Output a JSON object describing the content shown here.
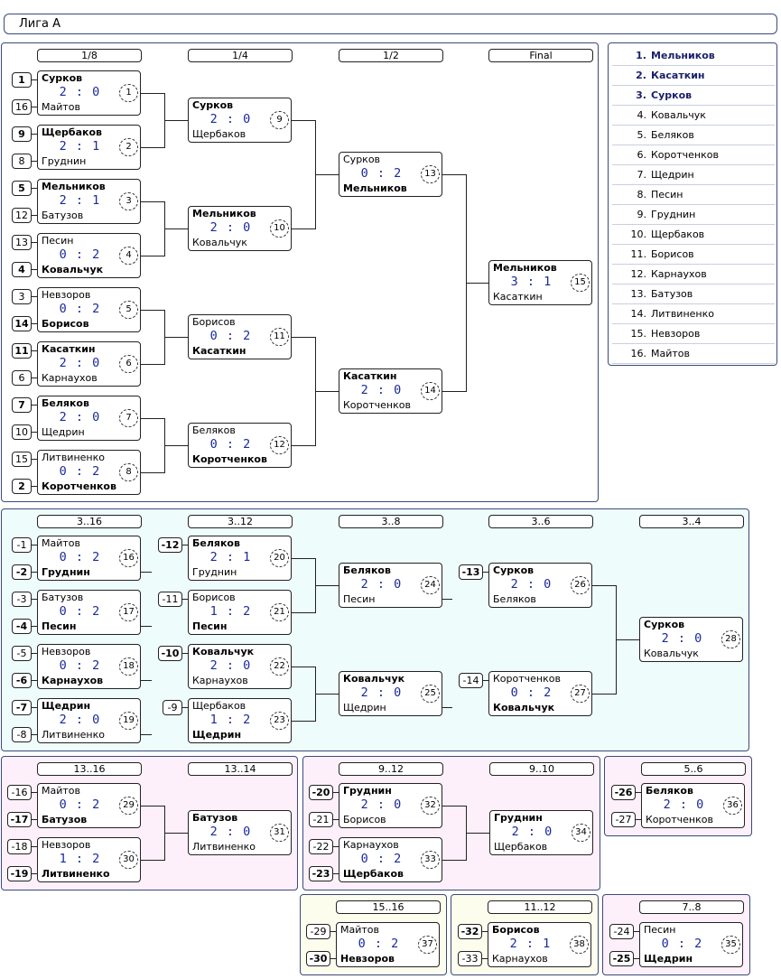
{
  "title": "Лига А",
  "standings": [
    "Мельников",
    "Касаткин",
    "Сурков",
    "Ковальчук",
    "Беляков",
    "Коротченков",
    "Щедрин",
    "Песин",
    "Груднин",
    "Щербаков",
    "Борисов",
    "Карнаухов",
    "Батузов",
    "Литвиненко",
    "Невзоров",
    "Майтов"
  ],
  "standing_numbers": [
    "1.",
    "2.",
    "3.",
    "4.",
    "5.",
    "6.",
    "7.",
    "8.",
    "9.",
    "10.",
    "11.",
    "12.",
    "13.",
    "14.",
    "15.",
    "16."
  ],
  "colors": {
    "main_bg": "#ffffff",
    "consolation_bg": "#eefcfc",
    "pink_bg": "#fdf0fa",
    "yellow_bg": "#fdfded",
    "border": "#3a4a7a",
    "score": "#1a2a9a",
    "leaders": "#1a1f6a"
  },
  "panels": [
    {
      "bg": "#ffffff",
      "rounds": [
        "1/8",
        "1/4",
        "1/2",
        "Final"
      ]
    },
    {
      "bg": "#eefcfc",
      "rounds": [
        "3..16",
        "3..12",
        "3..8",
        "3..6",
        "3..4"
      ]
    },
    {
      "bg": "#fdf0fa",
      "rounds": [
        "13..16",
        "13..14"
      ]
    },
    {
      "bg": "#fdf0fa",
      "rounds": [
        "9..12",
        "9..10"
      ]
    },
    {
      "bg": "#fdf0fa",
      "rounds": [
        "5..6"
      ]
    },
    {
      "bg": "#fdfded",
      "rounds": [
        "15..16"
      ]
    },
    {
      "bg": "#fdfded",
      "rounds": [
        "11..12"
      ]
    },
    {
      "bg": "#fdf0fa",
      "rounds": [
        "7..8"
      ]
    }
  ],
  "matches": [
    {
      "num": "1",
      "p1": "Сурков",
      "p2": "Майтов",
      "score": "2 : 0",
      "winner": 1,
      "s1": "1",
      "s2": "16",
      "s1b": true,
      "s2b": false
    },
    {
      "num": "2",
      "p1": "Щербаков",
      "p2": "Груднин",
      "score": "2 : 1",
      "winner": 1,
      "s1": "9",
      "s2": "8",
      "s1b": true,
      "s2b": false
    },
    {
      "num": "3",
      "p1": "Мельников",
      "p2": "Батузов",
      "score": "2 : 1",
      "winner": 1,
      "s1": "5",
      "s2": "12",
      "s1b": true,
      "s2b": false
    },
    {
      "num": "4",
      "p1": "Песин",
      "p2": "Ковальчук",
      "score": "0 : 2",
      "winner": 2,
      "s1": "13",
      "s2": "4",
      "s1b": false,
      "s2b": true
    },
    {
      "num": "5",
      "p1": "Невзоров",
      "p2": "Борисов",
      "score": "0 : 2",
      "winner": 2,
      "s1": "3",
      "s2": "14",
      "s1b": false,
      "s2b": true
    },
    {
      "num": "6",
      "p1": "Касаткин",
      "p2": "Карнаухов",
      "score": "2 : 0",
      "winner": 1,
      "s1": "11",
      "s2": "6",
      "s1b": true,
      "s2b": false
    },
    {
      "num": "7",
      "p1": "Беляков",
      "p2": "Щедрин",
      "score": "2 : 0",
      "winner": 1,
      "s1": "7",
      "s2": "10",
      "s1b": true,
      "s2b": false
    },
    {
      "num": "8",
      "p1": "Литвиненко",
      "p2": "Коротченков",
      "score": "0 : 2",
      "winner": 2,
      "s1": "15",
      "s2": "2",
      "s1b": false,
      "s2b": true
    },
    {
      "num": "9",
      "p1": "Сурков",
      "p2": "Щербаков",
      "score": "2 : 0",
      "winner": 1
    },
    {
      "num": "10",
      "p1": "Мельников",
      "p2": "Ковальчук",
      "score": "2 : 0",
      "winner": 1
    },
    {
      "num": "11",
      "p1": "Борисов",
      "p2": "Касаткин",
      "score": "0 : 2",
      "winner": 2
    },
    {
      "num": "12",
      "p1": "Беляков",
      "p2": "Коротченков",
      "score": "0 : 2",
      "winner": 2
    },
    {
      "num": "13",
      "p1": "Сурков",
      "p2": "Мельников",
      "score": "0 : 2",
      "winner": 2
    },
    {
      "num": "14",
      "p1": "Касаткин",
      "p2": "Коротченков",
      "score": "2 : 0",
      "winner": 1
    },
    {
      "num": "15",
      "p1": "Мельников",
      "p2": "Касаткин",
      "score": "3 : 1",
      "winner": 1
    },
    {
      "num": "16",
      "p1": "Майтов",
      "p2": "Груднин",
      "score": "0 : 2",
      "winner": 2,
      "s1": "-1",
      "s2": "-2",
      "s1b": false,
      "s2b": true
    },
    {
      "num": "17",
      "p1": "Батузов",
      "p2": "Песин",
      "score": "0 : 2",
      "winner": 2,
      "s1": "-3",
      "s2": "-4",
      "s1b": false,
      "s2b": true
    },
    {
      "num": "18",
      "p1": "Невзоров",
      "p2": "Карнаухов",
      "score": "0 : 2",
      "winner": 2,
      "s1": "-5",
      "s2": "-6",
      "s1b": false,
      "s2b": true
    },
    {
      "num": "19",
      "p1": "Щедрин",
      "p2": "Литвиненко",
      "score": "2 : 0",
      "winner": 1,
      "s1": "-7",
      "s2": "-8",
      "s1b": true,
      "s2b": false
    },
    {
      "num": "20",
      "p1": "Беляков",
      "p2": "Груднин",
      "score": "2 : 1",
      "winner": 1,
      "s1": "-12",
      "s1b": true
    },
    {
      "num": "21",
      "p1": "Борисов",
      "p2": "Песин",
      "score": "1 : 2",
      "winner": 2,
      "s1": "-11",
      "s1b": false
    },
    {
      "num": "22",
      "p1": "Ковальчук",
      "p2": "Карнаухов",
      "score": "2 : 0",
      "winner": 1,
      "s1": "-10",
      "s1b": true
    },
    {
      "num": "23",
      "p1": "Щербаков",
      "p2": "Щедрин",
      "score": "1 : 2",
      "winner": 2,
      "s1": "-9",
      "s1b": false
    },
    {
      "num": "24",
      "p1": "Беляков",
      "p2": "Песин",
      "score": "2 : 0",
      "winner": 1
    },
    {
      "num": "25",
      "p1": "Ковальчук",
      "p2": "Щедрин",
      "score": "2 : 0",
      "winner": 1
    },
    {
      "num": "26",
      "p1": "Сурков",
      "p2": "Беляков",
      "score": "2 : 0",
      "winner": 1,
      "s1": "-13",
      "s1b": true
    },
    {
      "num": "27",
      "p1": "Коротченков",
      "p2": "Ковальчук",
      "score": "0 : 2",
      "winner": 2,
      "s1": "-14",
      "s1b": false
    },
    {
      "num": "28",
      "p1": "Сурков",
      "p2": "Ковальчук",
      "score": "2 : 0",
      "winner": 1
    },
    {
      "num": "29",
      "p1": "Майтов",
      "p2": "Батузов",
      "score": "0 : 2",
      "winner": 2,
      "s1": "-16",
      "s2": "-17",
      "s1b": false,
      "s2b": true
    },
    {
      "num": "30",
      "p1": "Невзоров",
      "p2": "Литвиненко",
      "score": "1 : 2",
      "winner": 2,
      "s1": "-18",
      "s2": "-19",
      "s1b": false,
      "s2b": true
    },
    {
      "num": "31",
      "p1": "Батузов",
      "p2": "Литвиненко",
      "score": "2 : 0",
      "winner": 1
    },
    {
      "num": "32",
      "p1": "Груднин",
      "p2": "Борисов",
      "score": "2 : 0",
      "winner": 1,
      "s1": "-20",
      "s2": "-21",
      "s1b": true,
      "s2b": false
    },
    {
      "num": "33",
      "p1": "Карнаухов",
      "p2": "Щербаков",
      "score": "0 : 2",
      "winner": 2,
      "s1": "-22",
      "s2": "-23",
      "s1b": false,
      "s2b": true
    },
    {
      "num": "34",
      "p1": "Груднин",
      "p2": "Щербаков",
      "score": "2 : 0",
      "winner": 1
    },
    {
      "num": "36",
      "p1": "Беляков",
      "p2": "Коротченков",
      "score": "2 : 0",
      "winner": 1,
      "s1": "-26",
      "s2": "-27",
      "s1b": true,
      "s2b": false
    },
    {
      "num": "37",
      "p1": "Майтов",
      "p2": "Невзоров",
      "score": "0 : 2",
      "winner": 2,
      "s1": "-29",
      "s2": "-30",
      "s1b": false,
      "s2b": true
    },
    {
      "num": "38",
      "p1": "Борисов",
      "p2": "Карнаухов",
      "score": "2 : 1",
      "winner": 1,
      "s1": "-32",
      "s2": "-33",
      "s1b": true,
      "s2b": false
    },
    {
      "num": "35",
      "p1": "Песин",
      "p2": "Щедрин",
      "score": "0 : 2",
      "winner": 2,
      "s1": "-24",
      "s2": "-25",
      "s1b": false,
      "s2b": true
    }
  ]
}
